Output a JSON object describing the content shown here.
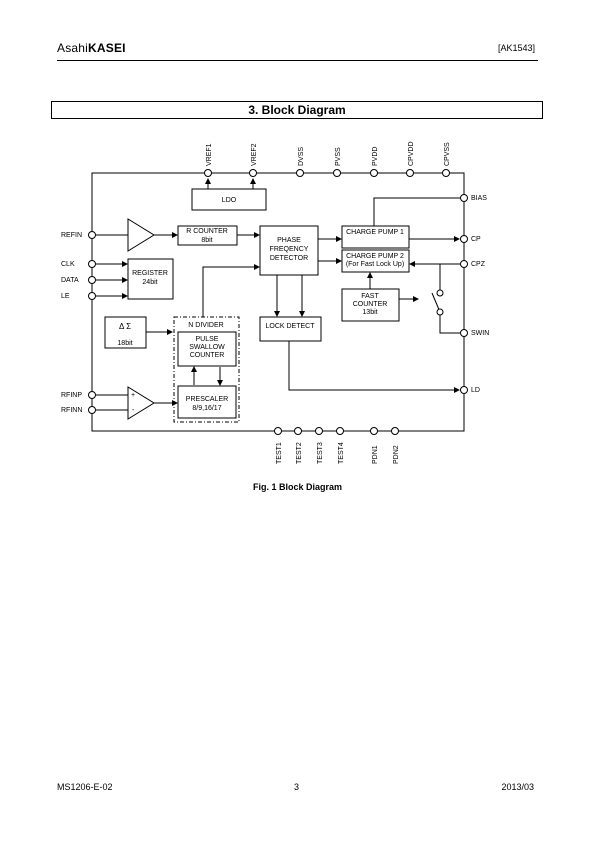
{
  "header": {
    "logo_prefix": "Asahi",
    "logo_brand": "KASEI",
    "part_number": "[AK1543]"
  },
  "section": {
    "title": "3.   Block Diagram"
  },
  "diagram": {
    "top_pins": [
      "VREF1",
      "VREF2",
      "DVSS",
      "PVSS",
      "PVDD",
      "CPVDD",
      "CPVSS"
    ],
    "bottom_pins": [
      "TEST1",
      "TEST2",
      "TEST3",
      "TEST4",
      "PDN1",
      "PDN2"
    ],
    "left_pins": [
      "REFIN",
      "CLK",
      "DATA",
      "LE",
      "RFINP",
      "RFINN"
    ],
    "right_pins": [
      "BIAS",
      "CP",
      "CPZ",
      "SWIN",
      "LD"
    ],
    "blocks": {
      "ldo": "LDO",
      "r_counter": [
        "R COUNTER",
        "8bit"
      ],
      "pfd": [
        "PHASE",
        "FREQENCY",
        "DETECTOR"
      ],
      "charge_pump1": "CHARGE PUMP 1",
      "charge_pump2": [
        "CHARGE PUMP 2",
        "(For Fast Lock Up)"
      ],
      "register": [
        "REGISTER",
        "24bit"
      ],
      "fast_counter": [
        "FAST",
        "COUNTER",
        "13bit"
      ],
      "delta_sigma": [
        "Δ Σ",
        "18bit"
      ],
      "n_divider": "N DIVIDER",
      "pulse_swallow": [
        "PULSE",
        "SWALLOW",
        "COUNTER"
      ],
      "prescaler": [
        "PRESCALER",
        "8/9,16/17"
      ],
      "lock_detect": "LOCK DETECT",
      "plus": "+",
      "minus": "-"
    }
  },
  "caption": "Fig. 1 Block Diagram",
  "footer": {
    "doc_id": "MS1206-E-02",
    "page": "3",
    "date": "2013/03"
  }
}
